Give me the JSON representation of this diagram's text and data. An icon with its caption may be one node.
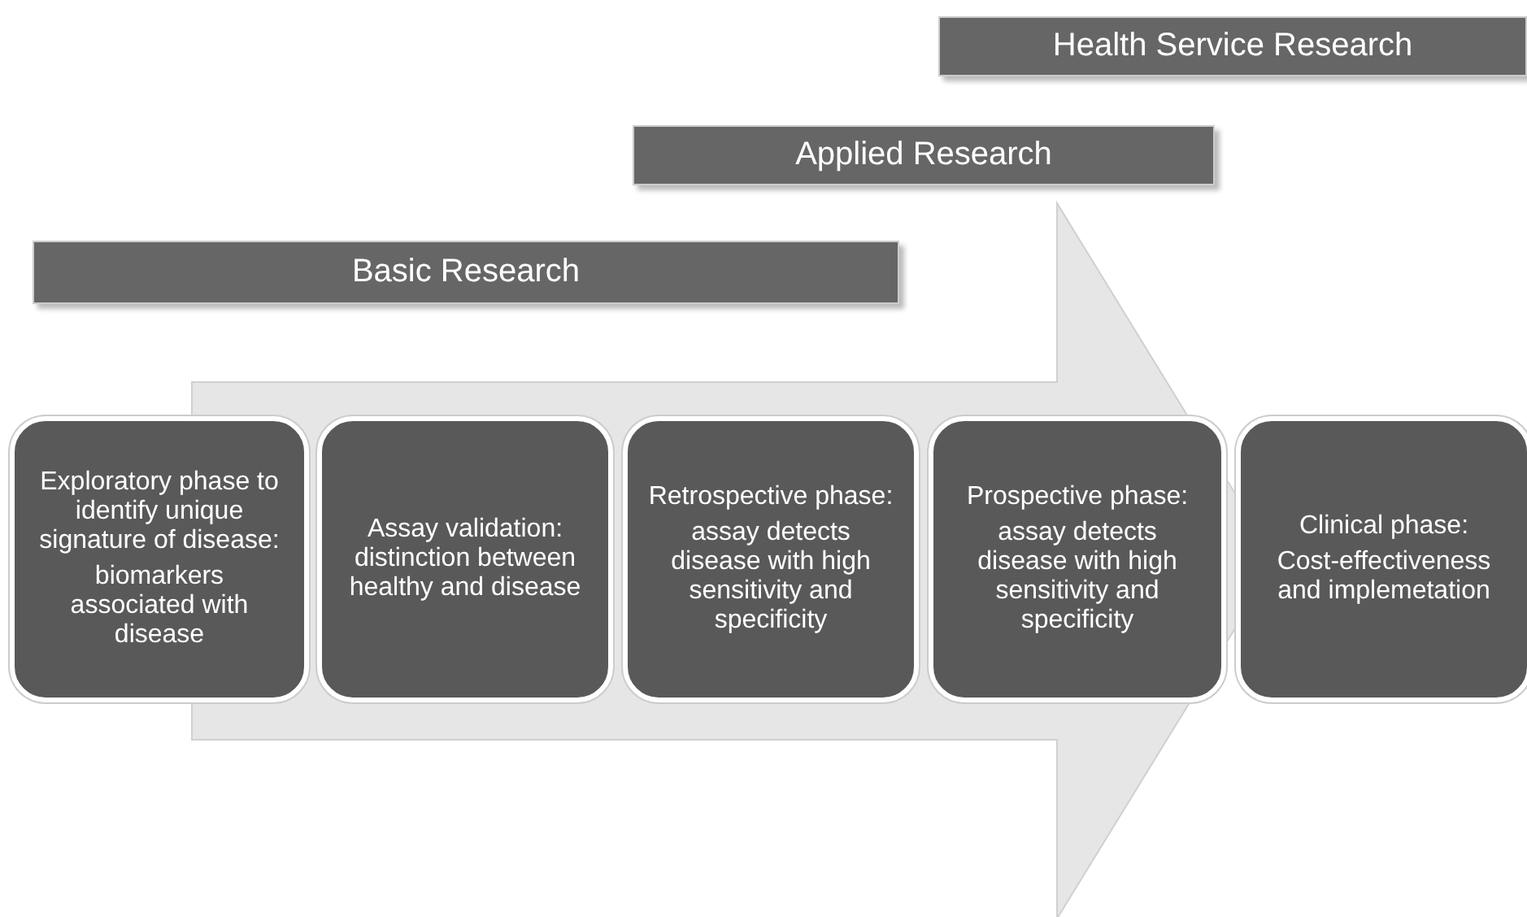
{
  "diagram": {
    "nodes": [
      {
        "text": [
          "Health Service Research"
        ]
      },
      {
        "text": [
          "Applied Research"
        ]
      },
      {
        "text": [
          "Basic Research"
        ]
      },
      {
        "text": [
          "Exploratory phase to identify unique signature of disease:",
          "biomarkers associated with disease"
        ]
      },
      {
        "text": [
          "Assay validation: distinction between healthy and disease"
        ]
      },
      {
        "text": [
          "Retrospective phase:",
          "assay detects disease with high sensitivity and specificity"
        ]
      },
      {
        "text": [
          "Prospective phase:",
          "assay detects disease with high sensitivity and specificity"
        ]
      },
      {
        "text": [
          "Clinical phase:",
          "Cost-effectiveness and implemetation"
        ]
      }
    ],
    "edges": [
      {
        "from": 3,
        "to": 7,
        "arrow": "to",
        "style": "thick"
      }
    ]
  }
}
